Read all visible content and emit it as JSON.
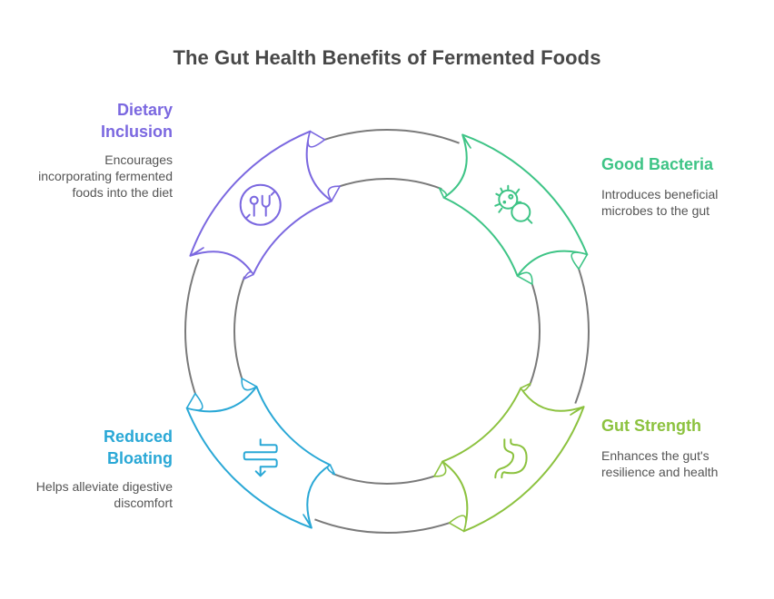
{
  "title": "The Gut Health Benefits of Fermented Foods",
  "colors": {
    "ring": "#7a7a7a",
    "title": "#484848",
    "text": "#555555"
  },
  "stages": [
    {
      "id": "dietary-inclusion",
      "heading_lines": [
        "Dietary",
        "Inclusion"
      ],
      "description": "Encourages incorporating fermented foods into the diet",
      "color": "#7b68e0",
      "icon": "utensils-circle-icon",
      "position": "top-left"
    },
    {
      "id": "good-bacteria",
      "heading_lines": [
        "Good Bacteria"
      ],
      "description": "Introduces beneficial microbes to the gut",
      "color": "#3ec486",
      "icon": "microbe-magnifier-icon",
      "position": "top-right"
    },
    {
      "id": "gut-strength",
      "heading_lines": [
        "Gut Strength"
      ],
      "description": "Enhances the gut's resilience and health",
      "color": "#8cc23f",
      "icon": "stomach-icon",
      "position": "bottom-right"
    },
    {
      "id": "reduced-bloating",
      "heading_lines": [
        "Reduced",
        "Bloating"
      ],
      "description": "Helps alleviate digestive discomfort",
      "color": "#2aa8d6",
      "icon": "intestine-flow-icon",
      "position": "bottom-left"
    }
  ]
}
